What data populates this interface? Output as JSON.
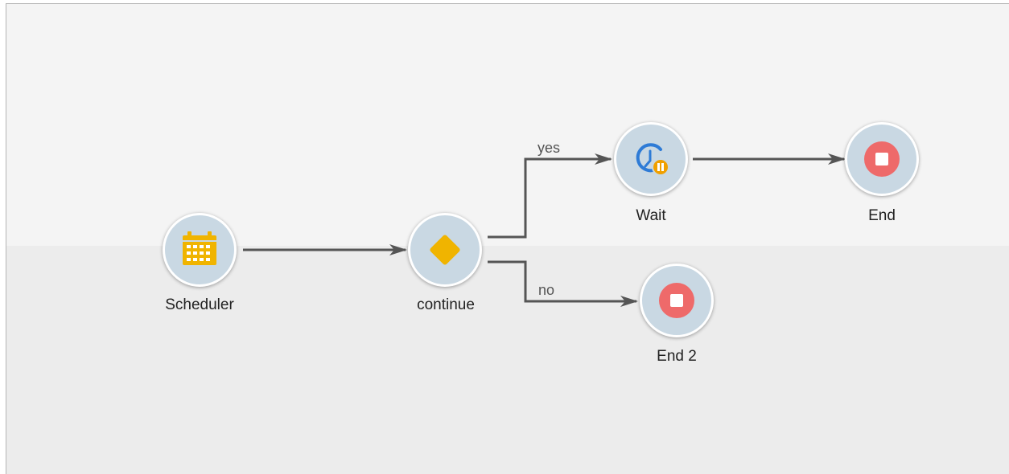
{
  "workflow": {
    "nodes": [
      {
        "id": "scheduler",
        "label": "Scheduler",
        "icon": "calendar-icon",
        "color": "#f0b400"
      },
      {
        "id": "continue",
        "label": "continue",
        "icon": "diamond-test-icon",
        "color": "#f0b400"
      },
      {
        "id": "wait",
        "label": "Wait",
        "icon": "clock-pause-icon",
        "color": "#2e7bd6",
        "badge_color": "#f0a000"
      },
      {
        "id": "end",
        "label": "End",
        "icon": "stop-icon",
        "color": "#ee6a6a"
      },
      {
        "id": "end2",
        "label": "End 2",
        "icon": "stop-icon",
        "color": "#ee6a6a"
      }
    ],
    "transitions": [
      {
        "from": "scheduler",
        "to": "continue",
        "label": ""
      },
      {
        "from": "continue",
        "to": "wait",
        "label": "yes"
      },
      {
        "from": "wait",
        "to": "end",
        "label": ""
      },
      {
        "from": "continue",
        "to": "end2",
        "label": "no"
      }
    ]
  }
}
